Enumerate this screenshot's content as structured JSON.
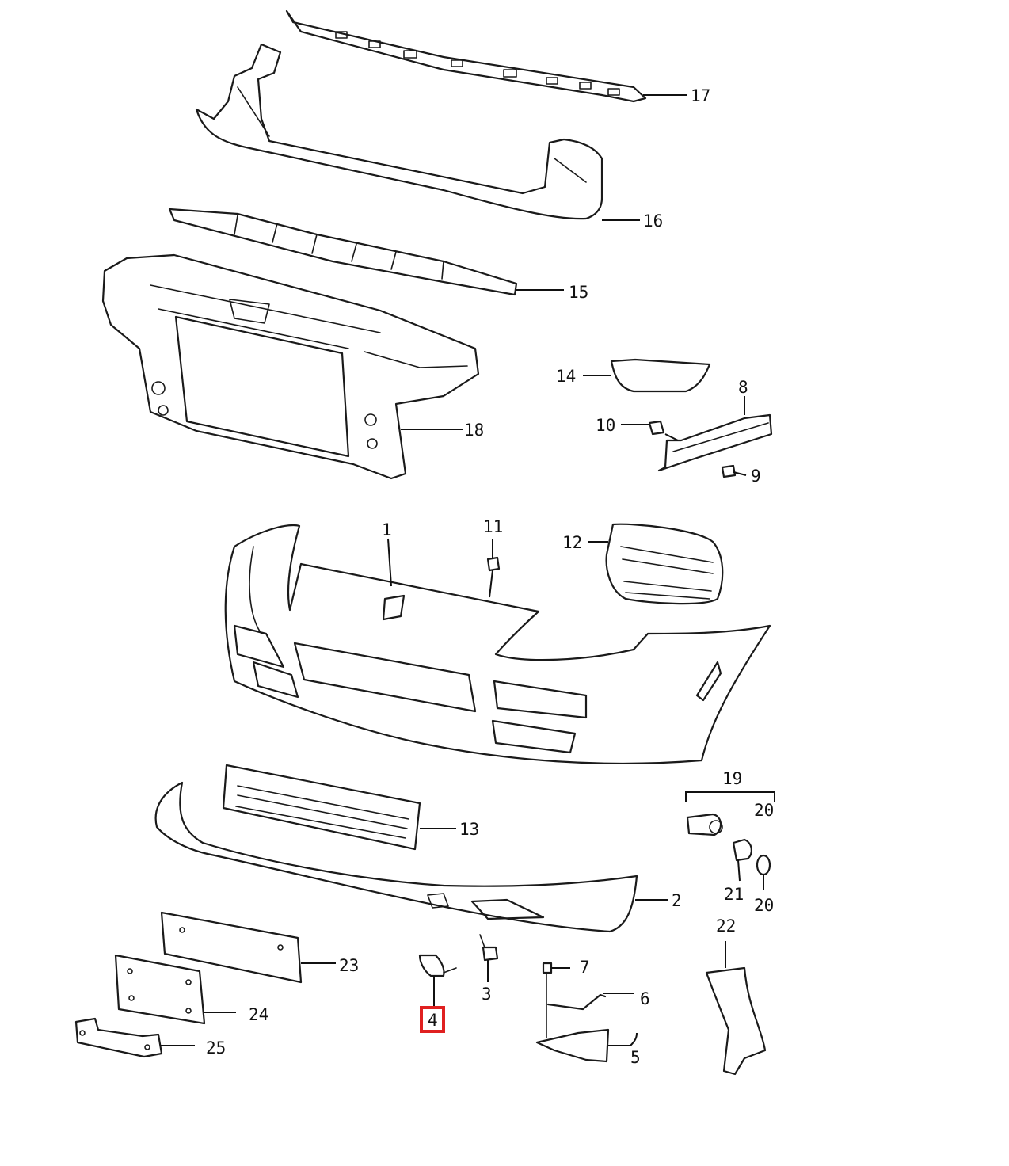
{
  "labels": [
    {
      "id": "p17",
      "text": "17"
    },
    {
      "id": "p16",
      "text": "16"
    },
    {
      "id": "p15",
      "text": "15"
    },
    {
      "id": "p18",
      "text": "18"
    },
    {
      "id": "p14",
      "text": "14"
    },
    {
      "id": "p8",
      "text": "8"
    },
    {
      "id": "p10",
      "text": "10"
    },
    {
      "id": "p9",
      "text": "9"
    },
    {
      "id": "p1",
      "text": "1"
    },
    {
      "id": "p11",
      "text": "11"
    },
    {
      "id": "p12",
      "text": "12"
    },
    {
      "id": "p13",
      "text": "13"
    },
    {
      "id": "p19",
      "text": "19"
    },
    {
      "id": "p20a",
      "text": "20"
    },
    {
      "id": "p21",
      "text": "21"
    },
    {
      "id": "p20b",
      "text": "20"
    },
    {
      "id": "p2",
      "text": "2"
    },
    {
      "id": "p22",
      "text": "22"
    },
    {
      "id": "p23",
      "text": "23"
    },
    {
      "id": "p24",
      "text": "24"
    },
    {
      "id": "p25",
      "text": "25"
    },
    {
      "id": "p3",
      "text": "3"
    },
    {
      "id": "p4",
      "text": "4"
    },
    {
      "id": "p7",
      "text": "7"
    },
    {
      "id": "p6",
      "text": "6"
    },
    {
      "id": "p5",
      "text": "5"
    }
  ],
  "highlighted_part": "4",
  "colors": {
    "line": "#1a1a1a",
    "highlight": "#e02020",
    "background": "#ffffff"
  }
}
